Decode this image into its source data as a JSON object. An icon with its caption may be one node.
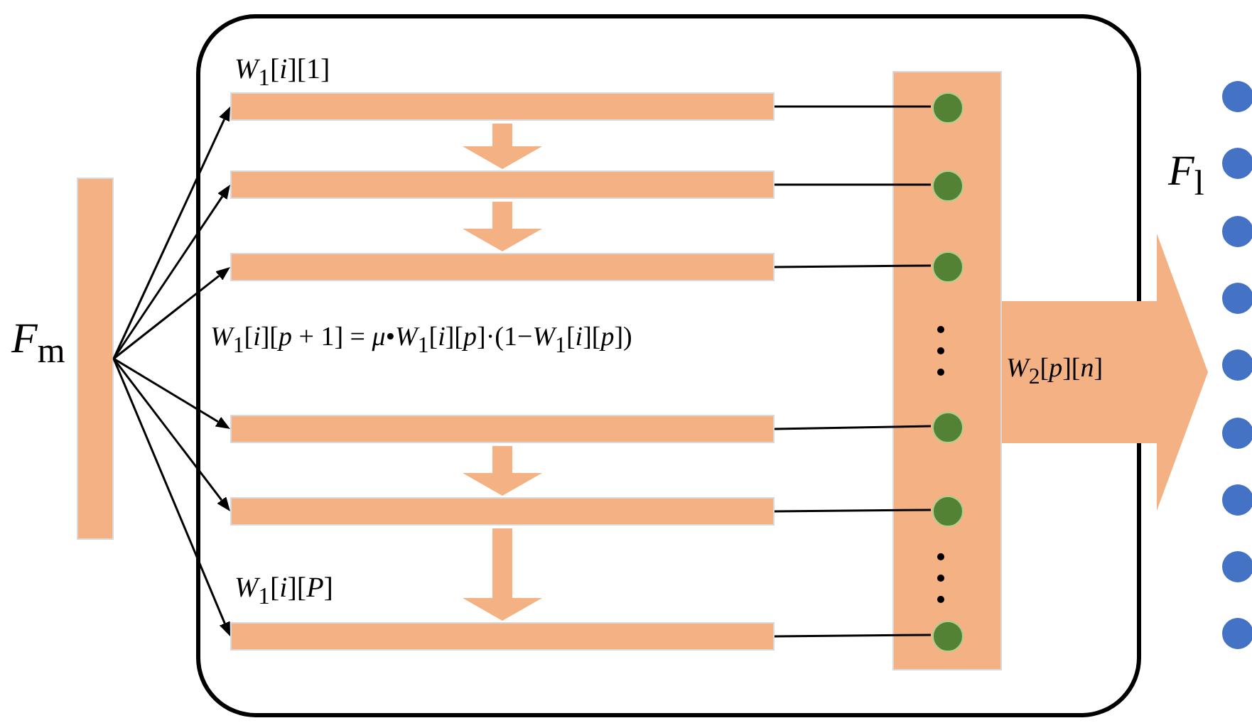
{
  "diagram": {
    "nodes": [
      {
        "text": [],
        "shape": "bar",
        "beside": [
          "*F*$_{m}$"
        ]
      },
      {
        "text": [],
        "shape": "box"
      },
      {
        "text": [],
        "shape": "bar",
        "in": 1,
        "beside": [
          "*W*$_{1}$[*i*][1]"
        ]
      },
      {
        "text": [],
        "shape": "bar",
        "in": 1
      },
      {
        "text": [],
        "shape": "bar",
        "in": 1
      },
      {
        "text": [],
        "shape": "bar",
        "in": 1
      },
      {
        "text": [],
        "shape": "bar",
        "in": 1
      },
      {
        "text": [],
        "shape": "bar",
        "in": 1,
        "beside": [
          "*W*$_{1}$[*i*][*P*]"
        ]
      },
      {
        "text": [],
        "shape": "bar",
        "in": 1
      },
      {
        "text": [],
        "shape": "circle",
        "in": 8
      },
      {
        "text": [],
        "shape": "circle",
        "in": 8
      },
      {
        "text": [],
        "shape": "circle",
        "in": 8
      },
      {
        "text": [],
        "shape": "circle",
        "in": 8
      },
      {
        "text": [],
        "shape": "circle",
        "in": 8
      },
      {
        "text": [],
        "shape": "circle",
        "in": 8
      },
      {
        "text": [],
        "shape": "circle"
      },
      {
        "text": [],
        "shape": "circle"
      },
      {
        "text": [],
        "shape": "circle"
      },
      {
        "text": [],
        "shape": "circle"
      },
      {
        "text": [],
        "shape": "circle"
      },
      {
        "text": [],
        "shape": "circle"
      },
      {
        "text": [],
        "shape": "circle"
      },
      {
        "text": [],
        "shape": "circle"
      },
      {
        "text": [],
        "shape": "circle"
      }
    ],
    "edges": [
      {
        "from": 0,
        "to": 2,
        "arrow": "to"
      },
      {
        "from": 0,
        "to": 3,
        "arrow": "to"
      },
      {
        "from": 0,
        "to": 4,
        "arrow": "to"
      },
      {
        "from": 0,
        "to": 5,
        "arrow": "to"
      },
      {
        "from": 0,
        "to": 6,
        "arrow": "to"
      },
      {
        "from": 0,
        "to": 7,
        "arrow": "to"
      },
      {
        "from": 2,
        "to": 3,
        "arrow": "to",
        "style": "thick",
        "color": "#f4b183"
      },
      {
        "from": 3,
        "to": 4,
        "arrow": "to",
        "style": "thick",
        "color": "#f4b183"
      },
      {
        "from": 5,
        "to": 6,
        "arrow": "to",
        "style": "thick",
        "color": "#f4b183"
      },
      {
        "from": 6,
        "to": 7,
        "arrow": "to",
        "style": "thick",
        "color": "#f4b183"
      },
      {
        "from": 2,
        "to": 9,
        "arrow": "none"
      },
      {
        "from": 3,
        "to": 10,
        "arrow": "none"
      },
      {
        "from": 4,
        "to": 11,
        "arrow": "none"
      },
      {
        "from": 5,
        "to": 12,
        "arrow": "none"
      },
      {
        "from": 6,
        "to": 13,
        "arrow": "none"
      },
      {
        "from": 7,
        "to": 14,
        "arrow": "none"
      },
      {
        "from": 8,
        "to": null,
        "arrow": "to",
        "label": "*W*$_{2}$[*p*][*n*]",
        "style": "thick",
        "color": "#f4b183"
      }
    ],
    "labels": [
      "*W*$_{1}$[*i*][*p* + 1] = *μ*•*W*$_{1}$[*i*][*p*]·(1−*W*$_{1}$[*i*][*p*])",
      "*F*$_{l}$"
    ]
  }
}
